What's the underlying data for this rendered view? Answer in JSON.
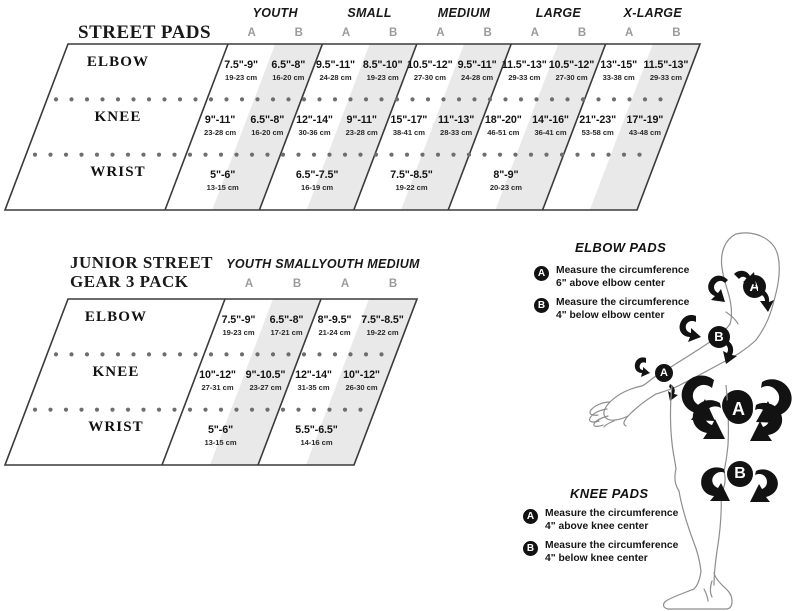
{
  "street": {
    "title": "STREET PADS",
    "size_groups": [
      "YOUTH",
      "SMALL",
      "MEDIUM",
      "LARGE",
      "X-LARGE"
    ],
    "col_labels": [
      "A",
      "B"
    ],
    "rows": [
      {
        "name": "ELBOW",
        "cells": [
          {
            "in": "7.5\"-9\"",
            "cm": "19-23 cm"
          },
          {
            "in": "6.5\"-8\"",
            "cm": "16-20 cm"
          },
          {
            "in": "9.5\"-11\"",
            "cm": "24-28 cm"
          },
          {
            "in": "8.5\"-10\"",
            "cm": "19-23 cm"
          },
          {
            "in": "10.5\"-12\"",
            "cm": "27-30 cm"
          },
          {
            "in": "9.5\"-11\"",
            "cm": "24-28 cm"
          },
          {
            "in": "11.5\"-13\"",
            "cm": "29-33 cm"
          },
          {
            "in": "10.5\"-12\"",
            "cm": "27-30 cm"
          },
          {
            "in": "13\"-15\"",
            "cm": "33-38 cm"
          },
          {
            "in": "11.5\"-13\"",
            "cm": "29-33 cm"
          }
        ]
      },
      {
        "name": "KNEE",
        "cells": [
          {
            "in": "9\"-11\"",
            "cm": "23-28 cm"
          },
          {
            "in": "6.5\"-8\"",
            "cm": "16-20 cm"
          },
          {
            "in": "12\"-14\"",
            "cm": "30-36 cm"
          },
          {
            "in": "9\"-11\"",
            "cm": "23-28 cm"
          },
          {
            "in": "15\"-17\"",
            "cm": "38-41 cm"
          },
          {
            "in": "11\"-13\"",
            "cm": "28-33 cm"
          },
          {
            "in": "18\"-20\"",
            "cm": "46-51 cm"
          },
          {
            "in": "14\"-16\"",
            "cm": "36-41 cm"
          },
          {
            "in": "21\"-23\"",
            "cm": "53-58 cm"
          },
          {
            "in": "17\"-19\"",
            "cm": "43-48 cm"
          }
        ]
      },
      {
        "name": "WRIST",
        "cells": [
          {
            "in": "5\"-6\"",
            "cm": "13-15 cm"
          },
          {
            "in": "",
            "cm": ""
          },
          {
            "in": "6.5\"-7.5\"",
            "cm": "16-19 cm"
          },
          {
            "in": "",
            "cm": ""
          },
          {
            "in": "7.5\"-8.5\"",
            "cm": "19-22 cm"
          },
          {
            "in": "",
            "cm": ""
          },
          {
            "in": "8\"-9\"",
            "cm": "20-23 cm"
          },
          {
            "in": "",
            "cm": ""
          },
          {
            "in": "",
            "cm": ""
          },
          {
            "in": "",
            "cm": ""
          }
        ]
      }
    ]
  },
  "junior": {
    "title": "JUNIOR STREET\nGEAR 3 PACK",
    "size_groups": [
      "YOUTH SMALL",
      "YOUTH MEDIUM"
    ],
    "col_labels": [
      "A",
      "B"
    ],
    "rows": [
      {
        "name": "ELBOW",
        "cells": [
          {
            "in": "7.5\"-9\"",
            "cm": "19-23 cm"
          },
          {
            "in": "6.5\"-8\"",
            "cm": "17-21 cm"
          },
          {
            "in": "8\"-9.5\"",
            "cm": "21-24 cm"
          },
          {
            "in": "7.5\"-8.5\"",
            "cm": "19-22 cm"
          }
        ]
      },
      {
        "name": "KNEE",
        "cells": [
          {
            "in": "10\"-12\"",
            "cm": "27-31 cm"
          },
          {
            "in": "9\"-10.5\"",
            "cm": "23-27 cm"
          },
          {
            "in": "12\"-14\"",
            "cm": "31-35 cm"
          },
          {
            "in": "10\"-12\"",
            "cm": "26-30 cm"
          }
        ]
      },
      {
        "name": "WRIST",
        "cells": [
          {
            "in": "5\"-6\"",
            "cm": "13-15 cm"
          },
          {
            "in": "",
            "cm": ""
          },
          {
            "in": "5.5\"-6.5\"",
            "cm": "14-16 cm"
          },
          {
            "in": "",
            "cm": ""
          }
        ]
      }
    ]
  },
  "elbow_panel": {
    "title": "ELBOW PADS",
    "items": [
      {
        "badge": "A",
        "text": "Measure the circumference\n6\" above elbow center"
      },
      {
        "badge": "B",
        "text": "Measure the circumference\n4\" below elbow center"
      }
    ],
    "markers": [
      "A",
      "B",
      "A",
      "A"
    ]
  },
  "knee_panel": {
    "title": "KNEE PADS",
    "items": [
      {
        "badge": "A",
        "text": "Measure the circumference\n4\" above knee center"
      },
      {
        "badge": "B",
        "text": "Measure the circumference\n4\" below knee center"
      }
    ],
    "markers": [
      "A",
      "B"
    ]
  },
  "colors": {
    "ink": "#121212",
    "stripe": "#e9e9e9",
    "border": "#3a3a3a",
    "dot": "#6e6e6e",
    "ab_label": "#9b9b9b"
  }
}
